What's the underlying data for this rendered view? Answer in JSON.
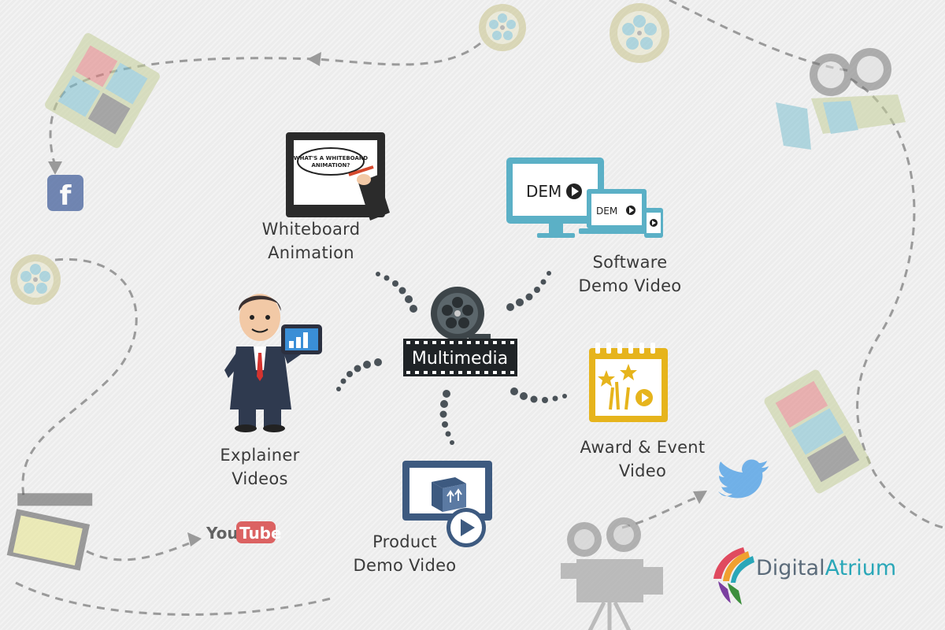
{
  "center": {
    "label": "Multimedia"
  },
  "nodes": {
    "whiteboard": {
      "line1": "Whiteboard",
      "line2": "Animation",
      "screen_text_1": "WHAT'S A WHITEBOARD",
      "screen_text_2": "ANIMATION?"
    },
    "software_demo": {
      "line1": "Software",
      "line2": "Demo Video",
      "screen_text_large": "DEM",
      "screen_text_small": "DEM"
    },
    "explainer": {
      "line1": "Explainer",
      "line2": "Videos"
    },
    "award_event": {
      "line1": "Award & Event",
      "line2": "Video"
    },
    "product_demo": {
      "line1": "Product",
      "line2": "Demo Video"
    }
  },
  "social": {
    "youtube_you": "You",
    "youtube_tube": "Tube",
    "facebook": "f"
  },
  "brand": {
    "part1": "Digital",
    "part2": "Atrium"
  },
  "colors": {
    "background": "#ececec",
    "text": "#3a3a3a",
    "demo_blue": "#5bb0c6",
    "award_yellow": "#e6b41c",
    "product_navy": "#3d5a80",
    "brand_teal": "#2aa7b8",
    "dark": "#2d2d2d"
  },
  "icons": [
    "film-reel-icon",
    "film-strip-icon",
    "facebook-icon",
    "youtube-icon",
    "twitter-icon",
    "movie-camera-icon",
    "clapperboard-icon",
    "tablet-icon",
    "monitor-icon",
    "calendar-icon",
    "box-icon",
    "play-icon",
    "businessman-icon"
  ]
}
